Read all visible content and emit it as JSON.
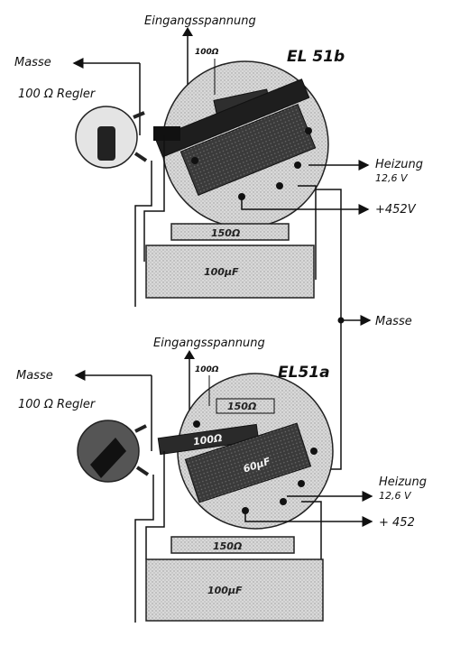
{
  "diagram": {
    "top_stage": {
      "input_label": "Eingangsspannung",
      "resistor_small": "100Ω",
      "tube_label": "EL 51b",
      "ground_label": "Masse",
      "pot_label": "100 Ω Regler",
      "heater_label": "Heizung",
      "heater_voltage": "12,6 V",
      "anode_label": "+452V",
      "resistor_bottom": "150Ω",
      "capacitor": "100µF"
    },
    "middle": {
      "ground_label": "Masse"
    },
    "bottom_stage": {
      "input_label": "Eingangsspannung",
      "resistor_small": "100Ω",
      "tube_label": "EL51a",
      "ground_label": "Masse",
      "pot_label": "100 Ω Regler",
      "heater_label": "Heizung",
      "heater_voltage": "12,6 V",
      "anode_label": "+ 452",
      "resistor_in_tube": "150Ω",
      "resistor_angled": "100Ω",
      "cap_in_tube": "60µF",
      "resistor_bottom": "150Ω",
      "capacitor": "100µF"
    }
  }
}
